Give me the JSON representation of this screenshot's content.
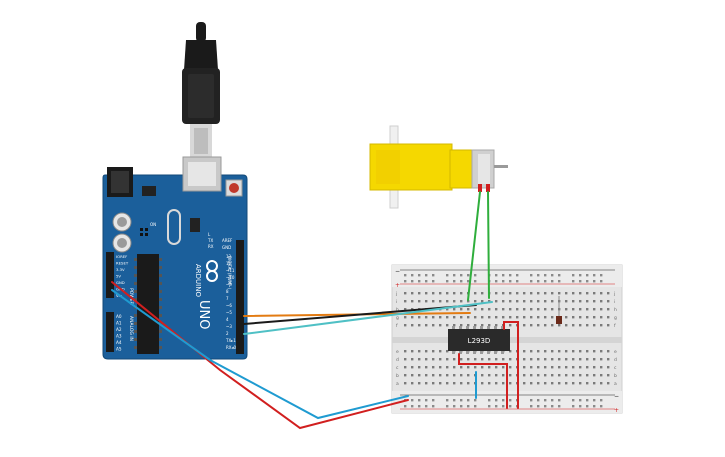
{
  "arduino": {
    "brand": "ARDUINO",
    "model": "UNO",
    "digital_header": "DIGITAL (PWM~)",
    "aref": "AREF",
    "gnd": "GND",
    "pins_digital": [
      "13",
      "12",
      "~11",
      "~10",
      "~9",
      "8",
      "7",
      "~6",
      "~5",
      "4",
      "~3",
      "2",
      "TX▸1",
      "RX◂0"
    ],
    "power_label": "POWER",
    "analog_label": "ANALOG IN",
    "power_pins": [
      "IOREF",
      "RESET",
      "3.3V",
      "5V",
      "GND",
      "GND",
      "Vin"
    ],
    "analog_pins": [
      "A0",
      "A1",
      "A2",
      "A3",
      "A4",
      "A5"
    ],
    "tx": "TX",
    "rx": "RX",
    "l": "L",
    "on": "ON",
    "board_color": "#1b5f9b"
  },
  "chip": {
    "label": "L293D"
  },
  "breadboard": {
    "row_letters_top": [
      "j",
      "i",
      "h",
      "g",
      "f"
    ],
    "row_letters_bottom": [
      "e",
      "d",
      "c",
      "b",
      "a"
    ],
    "plus": "+",
    "minus": "−"
  },
  "motor": {
    "color": "#f5d800"
  },
  "wire_colors": {
    "red": "#d11f1f",
    "blue": "#1f9bd1",
    "black": "#1a1a1a",
    "orange": "#e37b12",
    "teal": "#4fc0c5",
    "green": "#2fae3c"
  }
}
